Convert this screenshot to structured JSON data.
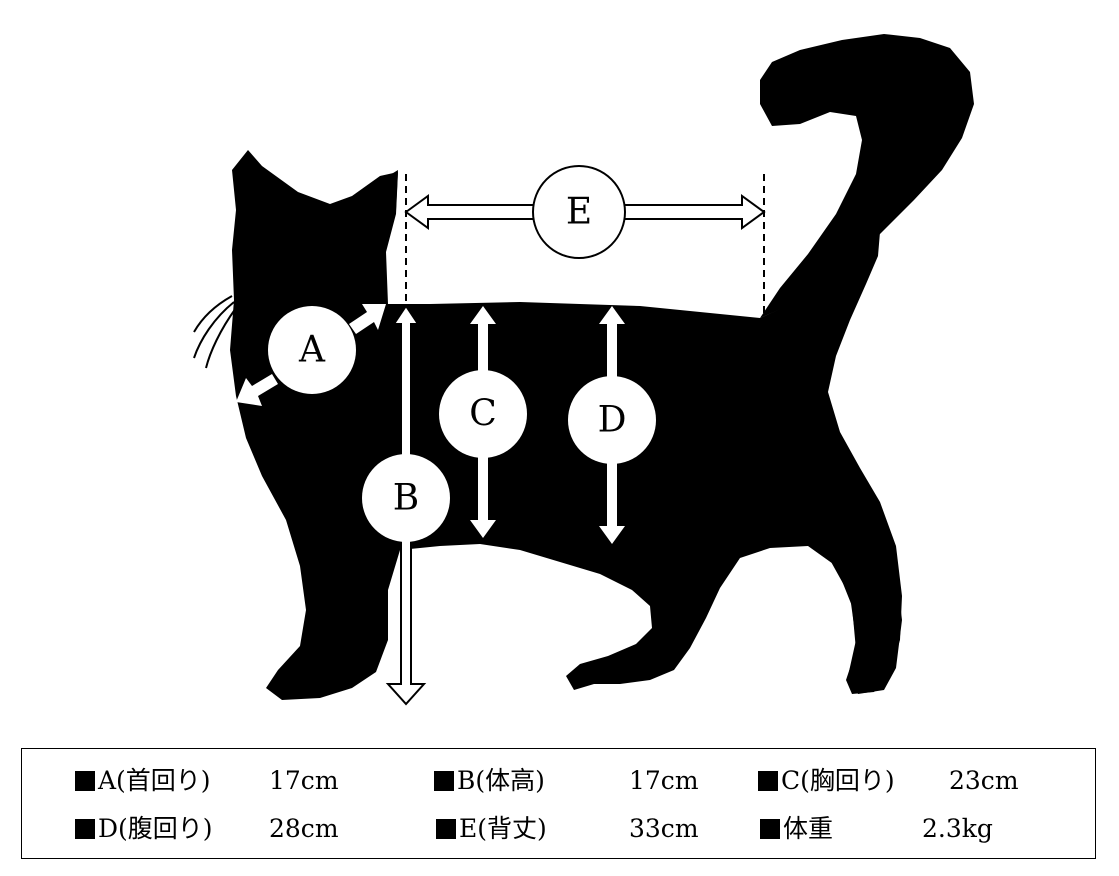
{
  "diagram": {
    "labels": {
      "a": "A",
      "b": "B",
      "c": "C",
      "d": "D",
      "e": "E"
    }
  },
  "legend": {
    "items": [
      {
        "label": "A(首回り)",
        "value": "17cm"
      },
      {
        "label": "B(体高)",
        "value": "17cm"
      },
      {
        "label": "C(胸回り)",
        "value": "23cm"
      },
      {
        "label": "D(腹回り)",
        "value": "28cm"
      },
      {
        "label": "E(背丈)",
        "value": "33cm"
      },
      {
        "label": "体重",
        "value": "2.3kg"
      }
    ]
  }
}
